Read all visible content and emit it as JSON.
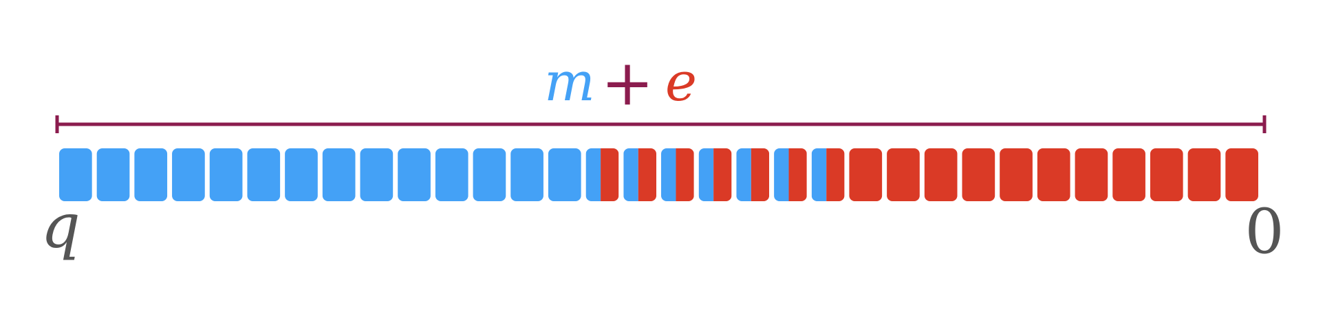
{
  "title": {
    "m": "m",
    "plus": "+",
    "e": "e"
  },
  "labels": {
    "left": "q",
    "right": "0"
  },
  "colors": {
    "blue": "#44A1F6",
    "red": "#DA3A26",
    "maroon": "#8B1C4E",
    "gray": "#555555"
  },
  "cells": {
    "count": 32,
    "solid_blue": 14,
    "mixed": 7,
    "solid_red": 11
  }
}
